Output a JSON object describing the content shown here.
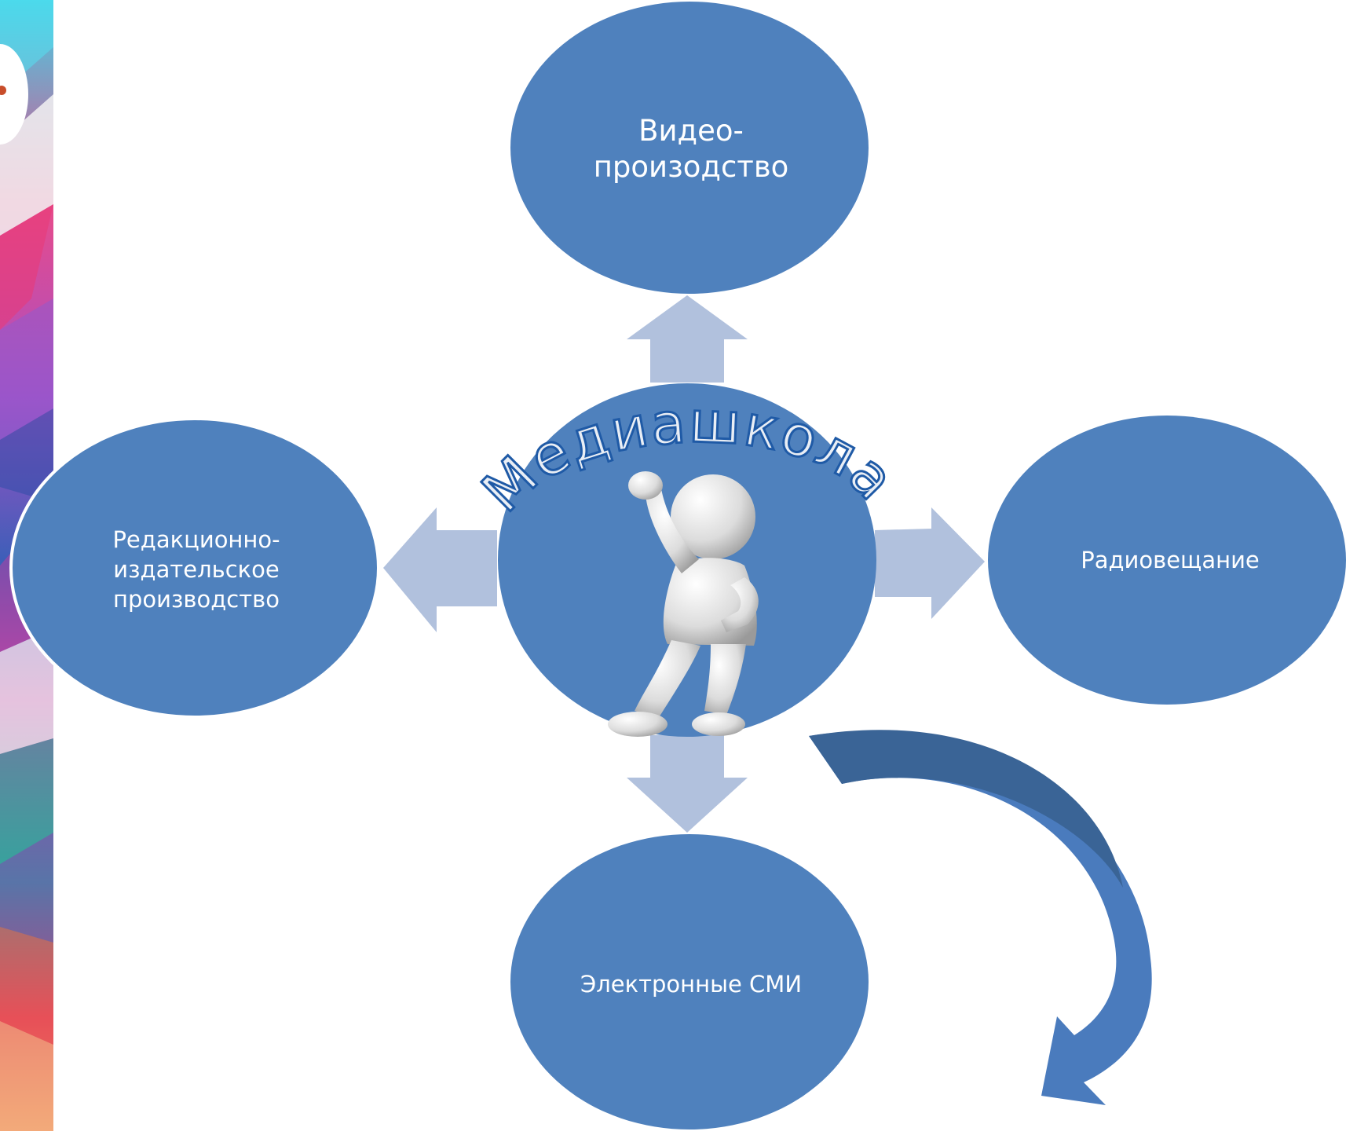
{
  "diagram": {
    "center_title": "Медиашкола",
    "nodes": {
      "top": "Видео-\nпроизодство",
      "left": "Редакционно-\nиздательское\nпроизводство",
      "right": "Радиовещание",
      "bottom": "Электронные СМИ"
    }
  },
  "colors": {
    "node_fill": "#4f81bd",
    "arrow_fill": "#b1c1dd",
    "curved_arrow_fill": "#4a7bbd",
    "curved_arrow_shade": "#3a6496",
    "title_fill": "#e9eef5",
    "title_stroke": "#1f5aa6",
    "figure_fill": "#e4e4e4"
  },
  "icons": {
    "figure": "thinking-person-figure-icon",
    "side_band": "polygon-pattern-band"
  }
}
